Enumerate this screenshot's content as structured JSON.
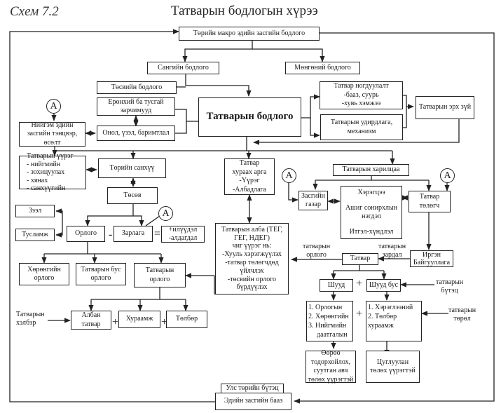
{
  "header": {
    "scheme": "Схем 7.2",
    "title": "Татварын бодлогын хүрээ"
  },
  "boxes": {
    "macro": "Төрийн макро эдийн засгийн бодлого",
    "fiscal": "Сангийн бодлого",
    "monetary": "Мөнгөний бодлого",
    "budget_policy": "Төсвийн бодлого",
    "principles": "Ерөнхий ба тусгай зарчимууд",
    "theory": "Онол, үзэл, баримтлал",
    "tax_policy": "Татварын бодлого",
    "tax_setting": [
      "Татвар ногдуулалт",
      "-бааз, суурь",
      "-хувь хэмжээ"
    ],
    "tax_mgmt": "Татварын удирдлага, механизм",
    "tax_law": "Татварын эрх зүй",
    "social_balance": "Нийгэм эдийн засгийн тэнцвэр, өсөлт",
    "tax_roles": [
      "Татварын үүрэг",
      "- нийгмийн",
      "- зохицуулах",
      "- хянах",
      "- санхүүгийн"
    ],
    "state_finance": "Төрийн санхүү",
    "budget": "Төсөв",
    "loan": "Зээл",
    "aid": "Тусламж",
    "revenue": "Орлого",
    "expenditure": "Зарлага",
    "surplus": [
      "+илүүдэл",
      "-алдагдал"
    ],
    "asset_income": "Хөрөнгийн орлого",
    "nontax_income": "Татварын бус орлого",
    "tax_income": "Татварын орлого",
    "official_tax": "Албан татвар",
    "fee": "Хураамж",
    "payment": "Төлбөр",
    "collection_method": [
      "Татвар",
      "хураах арга",
      "-Үүрэг",
      "-Албадлага"
    ],
    "tax_office": [
      "Татварын алба (ТЕГ,",
      "ГЕГ, НДЕГ)",
      "чиг үүрэг нь:",
      "-Хууль хэрэгжүүлэх",
      "-татвар төлөгчдөд",
      "үйлчлэх",
      "-төсвийн орлого",
      "бүрдүүлэх"
    ],
    "tax_relations": "Татварын харилцаа",
    "government": "Засгийн газар",
    "need": "Хэрэгцээ",
    "shared_interest": "Ашиг сонирхлын нэгдэл",
    "trust": "Итгэл-хүндлэл",
    "taxpayer": "Татвар төлөгч",
    "citizen_org": "Иргэн Байгууллага",
    "tax": "Татвар",
    "direct": "Шууд",
    "indirect": "Шууд бус",
    "direct_list": [
      "1. Орлогын",
      "2. Хөрөнгийн",
      "3. Нийгмийн",
      "даатгалын"
    ],
    "indirect_list": [
      "1. Хэрэглээний",
      "2. Төлбөр",
      "хураамж"
    ],
    "self_assess": "Өөрөө тодорхойлох, суутган авч төлөх үүрэгтэй",
    "collect_pay": "Цуглуулан төлөх үүрэгтэй",
    "political_structure": "Улс төрийн бүтэц",
    "economic_base": "Эдийн засгийн бааз"
  },
  "labels": {
    "tax_revenue": [
      "татварын",
      "орлого"
    ],
    "tax_expense": [
      "татварын",
      "зардал"
    ],
    "tax_structure": [
      "татварын",
      "бүтэц"
    ],
    "tax_type": [
      "татварын",
      "төрөл"
    ],
    "tax_form": [
      "Татварын",
      "хэлбэр"
    ]
  },
  "connectors": {
    "circle": "A",
    "minus": "-",
    "equals": "=",
    "plus": "+"
  }
}
